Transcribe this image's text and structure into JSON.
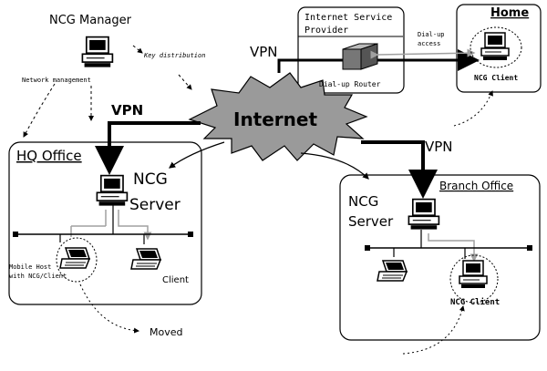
{
  "labels": {
    "ncg_manager": "NCG Manager",
    "network_management": "Network management",
    "key_distribution": "Key distribution",
    "vpn_top": "VPN",
    "vpn_left": "VPN",
    "vpn_right": "VPN",
    "internet": "Internet",
    "isp_line1": "Internet Service",
    "isp_line2": "Provider",
    "dialup_router": "Dial-up Router",
    "dialup_access_line1": "Dial-up",
    "dialup_access_line2": "access",
    "home_title": "Home",
    "home_ncg_client": "NCG Client",
    "hq_office": "HQ Office",
    "hq_ncg": "NCG",
    "hq_server": "Server",
    "mobile_host_line1": "Mobile Host",
    "mobile_host_line2": "with NCG/Client",
    "client": "Client",
    "moved": "Moved",
    "branch_office": "Branch Office",
    "branch_ncg": "NCG",
    "branch_server": "Server",
    "branch_ncg_client": "NCG Client"
  },
  "icons": {
    "manager_computer": "desktop-computer-icon",
    "hq_server_computer": "desktop-computer-icon",
    "mobile_host": "laptop-icon",
    "hq_client": "laptop-icon",
    "router": "router-box-icon",
    "home_client": "desktop-computer-icon",
    "branch_server_computer": "desktop-computer-icon",
    "branch_client_laptop": "laptop-icon",
    "branch_ncg_client": "desktop-computer-icon"
  },
  "colors": {
    "line": "#000000",
    "gray_link": "#a0a0a0",
    "cloud_fill": "#9a9a9a",
    "router_fill": "#777777"
  }
}
